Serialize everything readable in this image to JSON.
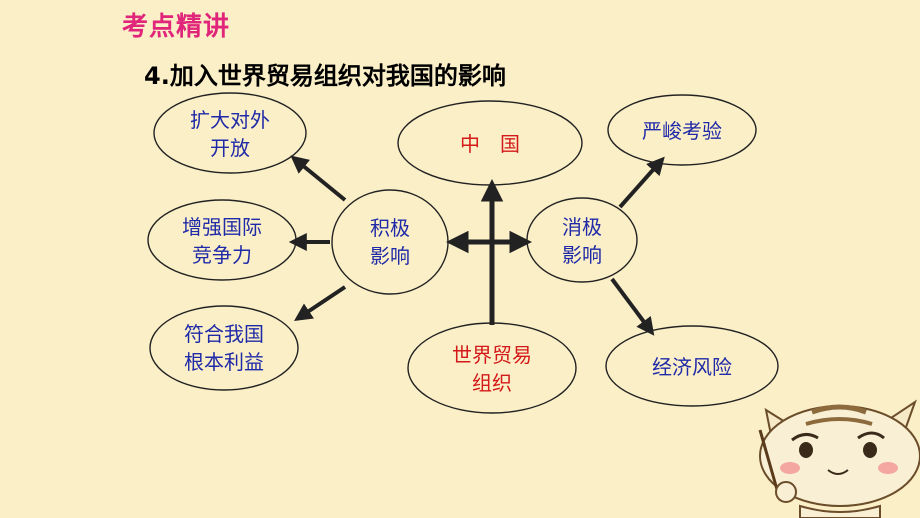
{
  "header": {
    "title": "考点精讲"
  },
  "subtitle": "4.加入世界贸易组织对我国的影响",
  "nodes": {
    "china": "中　国",
    "wto": [
      "世界贸易",
      "组织"
    ],
    "positive": [
      "积极",
      "影响"
    ],
    "negative": [
      "消极",
      "影响"
    ],
    "open_up": [
      "扩大对外",
      "开放"
    ],
    "competitiveness": [
      "增强国际",
      "竞争力"
    ],
    "interests": [
      "符合我国",
      "根本利益"
    ],
    "challenge": "严峻考验",
    "risk": "经济风险"
  },
  "colors": {
    "background": "#fbefc8",
    "header": "#e0257a",
    "blue_text": "#1f2aa8",
    "red_text": "#d31919",
    "arrow": "#222222"
  },
  "decoration": "cat-mascot"
}
